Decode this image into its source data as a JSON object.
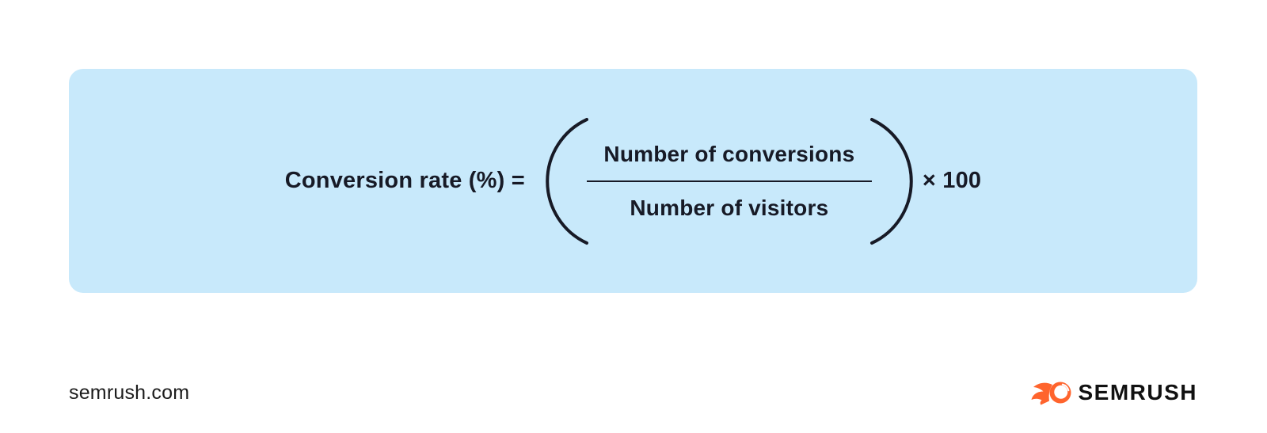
{
  "card": {
    "description": "Conversion rate formula card",
    "background": "#C8E9FB"
  },
  "formula": {
    "lhs": "Conversion rate (%) =",
    "numerator": "Number of conversions",
    "denominator": "Number of visitors",
    "multiplier": "× 100"
  },
  "footer": {
    "site": "semrush.com",
    "brand": "SEMRUSH"
  },
  "colors": {
    "card_blue": "#C8E9FB",
    "text_dark": "#171A26",
    "brand_orange": "#FF642D",
    "wordmark_black": "#111111"
  },
  "icons": {
    "semrush_flame_icon": "orange comet/fireball with flame trails",
    "left_parenthesis_icon": "large thin left parenthesis arc",
    "right_parenthesis_icon": "large thin right parenthesis arc"
  }
}
